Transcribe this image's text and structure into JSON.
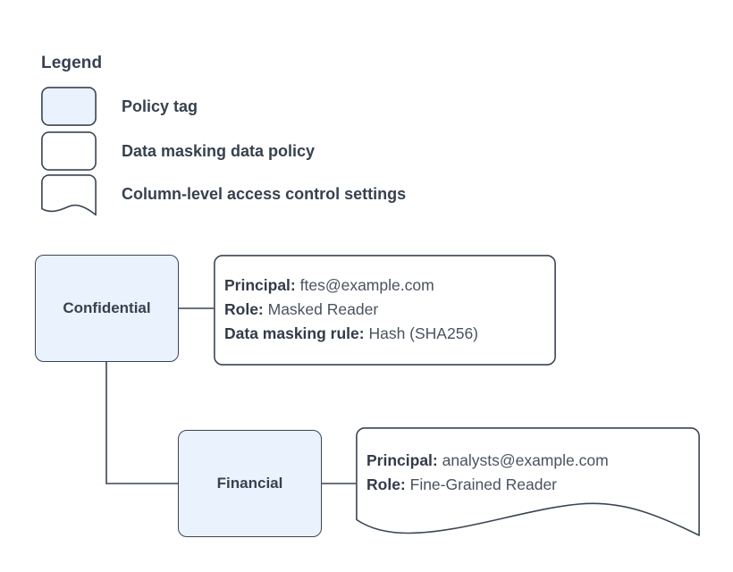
{
  "legend": {
    "title": "Legend",
    "items": [
      {
        "label": "Policy tag",
        "shape": "rounded-rect",
        "fill": "#eaf2fd",
        "icon": "policy-tag-swatch-icon"
      },
      {
        "label": "Data masking data policy",
        "shape": "rounded-rect",
        "fill": "#ffffff",
        "icon": "data-masking-policy-swatch-icon"
      },
      {
        "label": "Column-level access control settings",
        "shape": "wavy-bottom-rect",
        "fill": "#ffffff",
        "icon": "column-access-settings-swatch-icon"
      }
    ]
  },
  "diagram": {
    "nodes": [
      {
        "id": "confidential",
        "label": "Confidential",
        "type": "policy-tag"
      },
      {
        "id": "financial",
        "label": "Financial",
        "type": "policy-tag"
      }
    ],
    "details": [
      {
        "id": "confidential-detail",
        "type": "data-masking-data-policy",
        "shape": "rounded-rect",
        "lines": [
          {
            "label": "Principal:",
            "value": "ftes@example.com"
          },
          {
            "label": "Role:",
            "value": "Masked Reader"
          },
          {
            "label": "Data masking rule:",
            "value": "Hash (SHA256)"
          }
        ]
      },
      {
        "id": "financial-detail",
        "type": "column-level-access-control-settings",
        "shape": "wavy-bottom-rect",
        "lines": [
          {
            "label": "Principal:",
            "value": "analysts@example.com"
          },
          {
            "label": "Role:",
            "value": "Fine-Grained Reader"
          }
        ]
      }
    ],
    "edges": [
      {
        "from": "confidential",
        "to": "confidential-detail"
      },
      {
        "from": "confidential",
        "to": "financial"
      },
      {
        "from": "financial",
        "to": "financial-detail"
      }
    ]
  },
  "colors": {
    "tag_fill": "#eaf2fd",
    "stroke": "#3a4454",
    "text": "#37414f",
    "value_text": "#4a5260",
    "background": "#ffffff"
  }
}
